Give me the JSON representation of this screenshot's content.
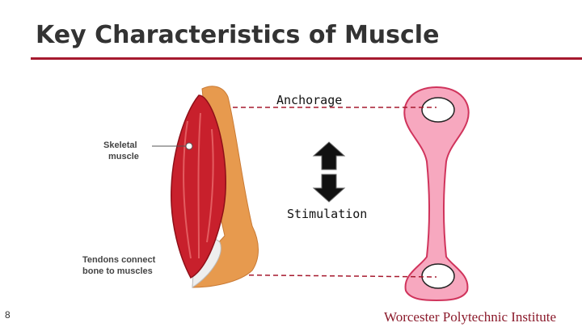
{
  "slide": {
    "title": "Key Characteristics of Muscle",
    "page_number": "8",
    "institute": "Worcester Polytechnic Institute"
  },
  "figure": {
    "anchorage_label": "Anchorage",
    "stimulation_label": "Stimulation",
    "muscle_label_line1": "Skeletal",
    "muscle_label_line2": "muscle",
    "tendon_label_line1": "Tendons connect",
    "tendon_label_line2": "bone to muscles",
    "bone_color": "#f7a8bf",
    "muscle_color": "#c8202c",
    "accent_color": "#a6192e"
  }
}
